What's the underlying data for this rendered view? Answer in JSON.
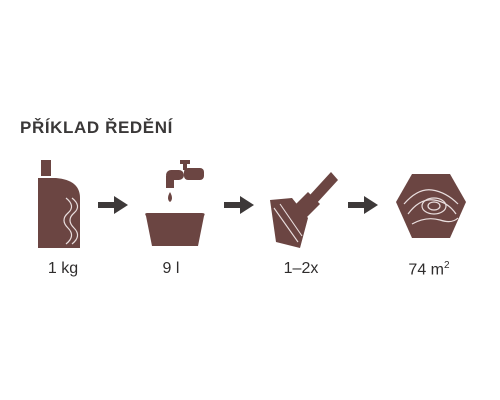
{
  "title": "PŘÍKLAD ŘEDĚNÍ",
  "colors": {
    "icon": "#6b4542",
    "arrow": "#3d3939",
    "text": "#2f2d2d",
    "light_lines": "#e9dede"
  },
  "steps": [
    {
      "icon": "bottle-icon",
      "label": "1 kg"
    },
    {
      "icon": "water-tap-bucket-icon",
      "label": "9 l"
    },
    {
      "icon": "brush-icon",
      "label": "1–2x"
    },
    {
      "icon": "wood-log-icon",
      "label_value": "74 m",
      "label_sup": "2"
    }
  ]
}
